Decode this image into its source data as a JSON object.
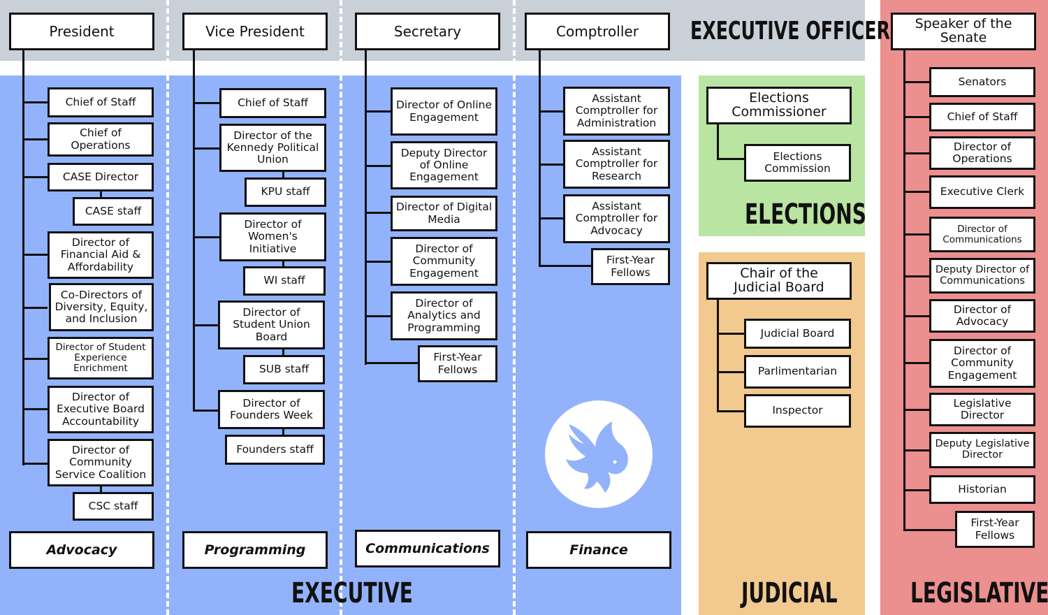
{
  "sections": {
    "executive_officers": "EXECUTIVE OFFICERS",
    "executive": "EXECUTIVE",
    "elections": "ELECTIONS",
    "judicial": "JUDICIAL",
    "legislative": "LEGISLATIVE"
  },
  "colors": {
    "officers_band": "#c9d0d8",
    "executive": "#92b3fb",
    "elections": "#b9e4a2",
    "judicial": "#f2c98f",
    "legislative": "#ec8f8f"
  },
  "president": {
    "title": "President",
    "group": "Advocacy",
    "items": [
      "Chief of Staff",
      "Chief of Operations",
      "CASE Director",
      "CASE staff",
      "Director of Financial Aid & Affordability",
      "Co-Directors of Diversity, Equity, and Inclusion",
      "Director of Student Experience Enrichment",
      "Director of Executive Board Accountability",
      "Director of Community Service Coalition",
      "CSC staff"
    ]
  },
  "vice_president": {
    "title": "Vice President",
    "group": "Programming",
    "items": [
      "Chief of Staff",
      "Director of the Kennedy Political Union",
      "KPU staff",
      "Director of Women's Initiative",
      "WI staff",
      "Director of Student Union Board",
      "SUB staff",
      "Director of Founders Week",
      "Founders staff"
    ]
  },
  "secretary": {
    "title": "Secretary",
    "group": "Communications",
    "items": [
      "Director of Online Engagement",
      "Deputy Director of Online Engagement",
      "Director of Digital Media",
      "Director of Community Engagement",
      "Director of Analytics and Programming",
      "First-Year Fellows"
    ]
  },
  "comptroller": {
    "title": "Comptroller",
    "group": "Finance",
    "items": [
      "Assistant Comptroller for Administration",
      "Assistant Comptroller for Research",
      "Assistant Comptroller for Advocacy",
      "First-Year Fellows"
    ]
  },
  "elections": {
    "head": "Elections Commissioner",
    "items": [
      "Elections Commission"
    ]
  },
  "judicial": {
    "head": "Chair of the Judicial Board",
    "items": [
      "Judicial Board",
      "Parlimentarian",
      "Inspector"
    ]
  },
  "legislative": {
    "head": "Speaker of the Senate",
    "items": [
      "Senators",
      "Chief of Staff",
      "Director of Operations",
      "Executive Clerk",
      "Director of Communications",
      "Deputy Director of Communications",
      "Director of Advocacy",
      "Director of Community Engagement",
      "Legislative Director",
      "Deputy Legislative Director",
      "Historian",
      "First-Year Fellows"
    ]
  }
}
